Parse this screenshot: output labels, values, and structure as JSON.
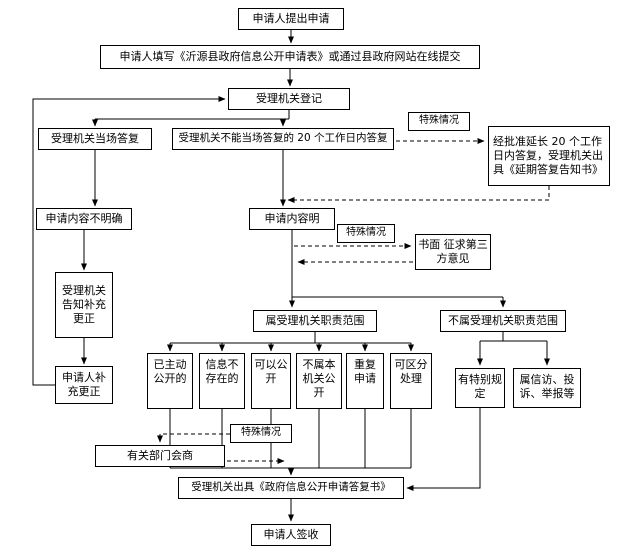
{
  "flowchart": {
    "colors": {
      "border": "#000000",
      "background": "#ffffff",
      "text": "#000000"
    },
    "nodes": {
      "submit": "申请人提出申请",
      "fill_form": "申请人填写《沂源县政府信息公开申请表》或通过县政府网站在线提交",
      "register": "受理机关登记",
      "reply_onsite": "受理机关当场答复",
      "reply_within_20": "受理机关不能当场答复的 20 个工作日内答复",
      "special_case_1": "特殊情况",
      "extended_reply": "经批准延长 20 个工作日内答复，受理机关出具《延期答复告知书》",
      "content_unclear": "申请内容不明确",
      "content_clear": "申请内容明",
      "special_case_2": "特殊情况",
      "third_party": "书面 征求第三方意见",
      "notify_correction": "受理机关告知补充更正",
      "applicant_correction": "申请人补充更正",
      "within_scope": "属受理机关职责范围",
      "outside_scope": "不属受理机关职责范围",
      "already_disclosed": "已主动公开的",
      "info_not_exist": "信息不存在的",
      "can_disclose": "可以公开",
      "not_this_authority": "不属本机关公开",
      "repeated_request": "重复申请",
      "separable_handling": "可区分处理",
      "special_provisions": "有特别规定",
      "petition_complaint": "属信访、投诉、举报等",
      "special_case_3": "特殊情况",
      "dept_consultation": "有关部门会商",
      "issue_reply_doc": "受理机关出具《政府信息公开申请答复书》",
      "sign_receipt": "申请人签收"
    }
  }
}
